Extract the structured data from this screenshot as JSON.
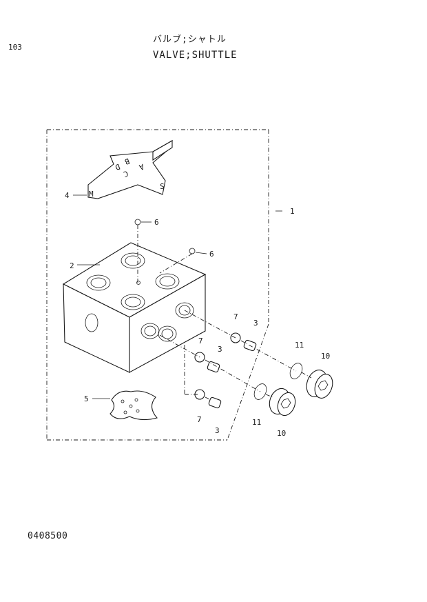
{
  "header": {
    "page_number": "103",
    "title_jp": "バルブ;シャトル",
    "title_en": "VALVE;SHUTTLE"
  },
  "footer": {
    "drawing_number": "0408500"
  },
  "callouts": {
    "c1": "1",
    "c2": "2",
    "c3a": "3",
    "c3b": "3",
    "c3c": "3",
    "c4": "4",
    "c5": "5",
    "c6a": "6",
    "c6b": "6",
    "c7a": "7",
    "c7b": "7",
    "c7c": "7",
    "c10a": "10",
    "c10b": "10",
    "c11a": "11",
    "c11b": "11"
  },
  "plate_markings": {
    "m": "M",
    "s": "S",
    "d": "D",
    "c": "C",
    "b": "B",
    "a": "A"
  },
  "icons": [
    "shuttle-valve-block",
    "nameplate",
    "gasket",
    "steel-ball",
    "seat-plug",
    "o-ring",
    "hex-socket-plug"
  ]
}
